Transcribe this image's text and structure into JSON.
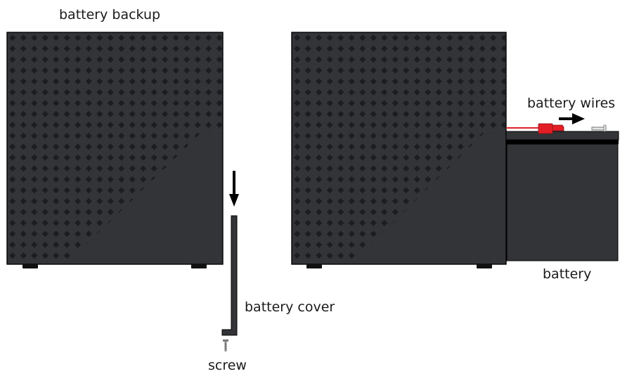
{
  "labels": {
    "battery_backup": "battery backup",
    "battery_cover": "battery cover",
    "screw": "screw",
    "battery_wires": "battery wires",
    "battery": "battery"
  },
  "colors": {
    "unit_body": "#333438",
    "outline": "#000000",
    "vent_hole": "#1c1d20",
    "feet": "#111111",
    "connector": "#e21f26",
    "arrow": "#000000",
    "screw": "#7a7a7a"
  }
}
